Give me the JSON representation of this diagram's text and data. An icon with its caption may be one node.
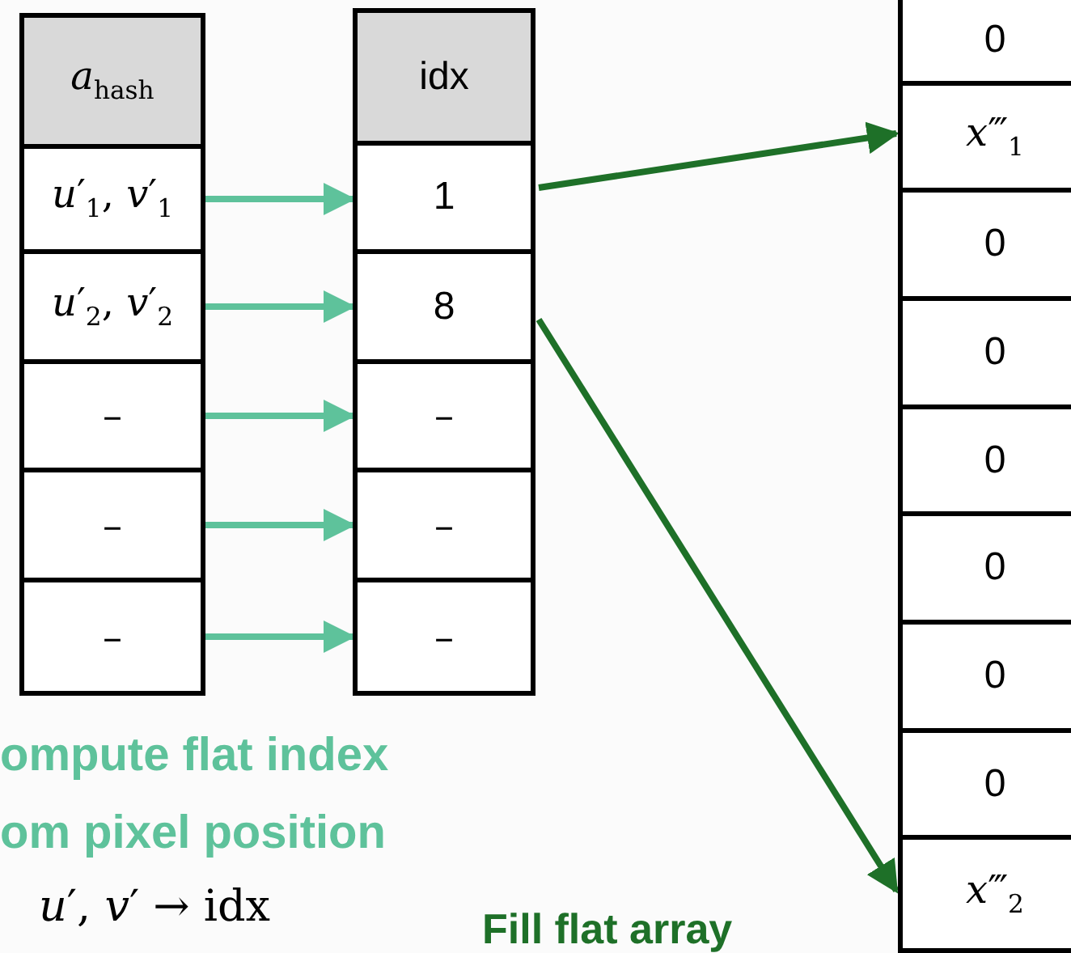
{
  "diagram": {
    "nodes": [
      {
        "text": [
          "*a*$_{hash}$"
        ]
      },
      {
        "text": [
          "*u*′$_{1}$, *v*′$_{1}$"
        ]
      },
      {
        "text": [
          "*u*′$_{2}$, *v*′$_{2}$"
        ]
      },
      {
        "text": [
          "–"
        ]
      },
      {
        "text": [
          "–"
        ]
      },
      {
        "text": [
          "–"
        ]
      },
      {
        "text": [
          "idx"
        ]
      },
      {
        "text": [
          "1"
        ]
      },
      {
        "text": [
          "8"
        ]
      },
      {
        "text": [
          "–"
        ]
      },
      {
        "text": [
          "–"
        ]
      },
      {
        "text": [
          "–"
        ]
      },
      {
        "text": [
          "0"
        ]
      },
      {
        "text": [
          "*x*‴$_{1}$"
        ]
      },
      {
        "text": [
          "0"
        ]
      },
      {
        "text": [
          "0"
        ]
      },
      {
        "text": [
          "0"
        ]
      },
      {
        "text": [
          "0"
        ]
      },
      {
        "text": [
          "0"
        ]
      },
      {
        "text": [
          "0"
        ]
      },
      {
        "text": [
          "*x*‴$_{2}$"
        ]
      }
    ],
    "edges": [
      {
        "from": 1,
        "to": 7,
        "arrow": "to"
      },
      {
        "from": 2,
        "to": 8,
        "arrow": "to"
      },
      {
        "from": 3,
        "to": 9,
        "arrow": "to"
      },
      {
        "from": 4,
        "to": 10,
        "arrow": "to"
      },
      {
        "from": 5,
        "to": 11,
        "arrow": "to"
      },
      {
        "from": 7,
        "to": 13,
        "arrow": "to",
        "color": "#1e7028"
      },
      {
        "from": 8,
        "to": 20,
        "arrow": "to",
        "color": "#1e7028"
      }
    ],
    "labels": [
      "ompute flat index",
      "om pixel position",
      "*u*′, *v*′ → idx",
      "Fill flat array"
    ]
  }
}
